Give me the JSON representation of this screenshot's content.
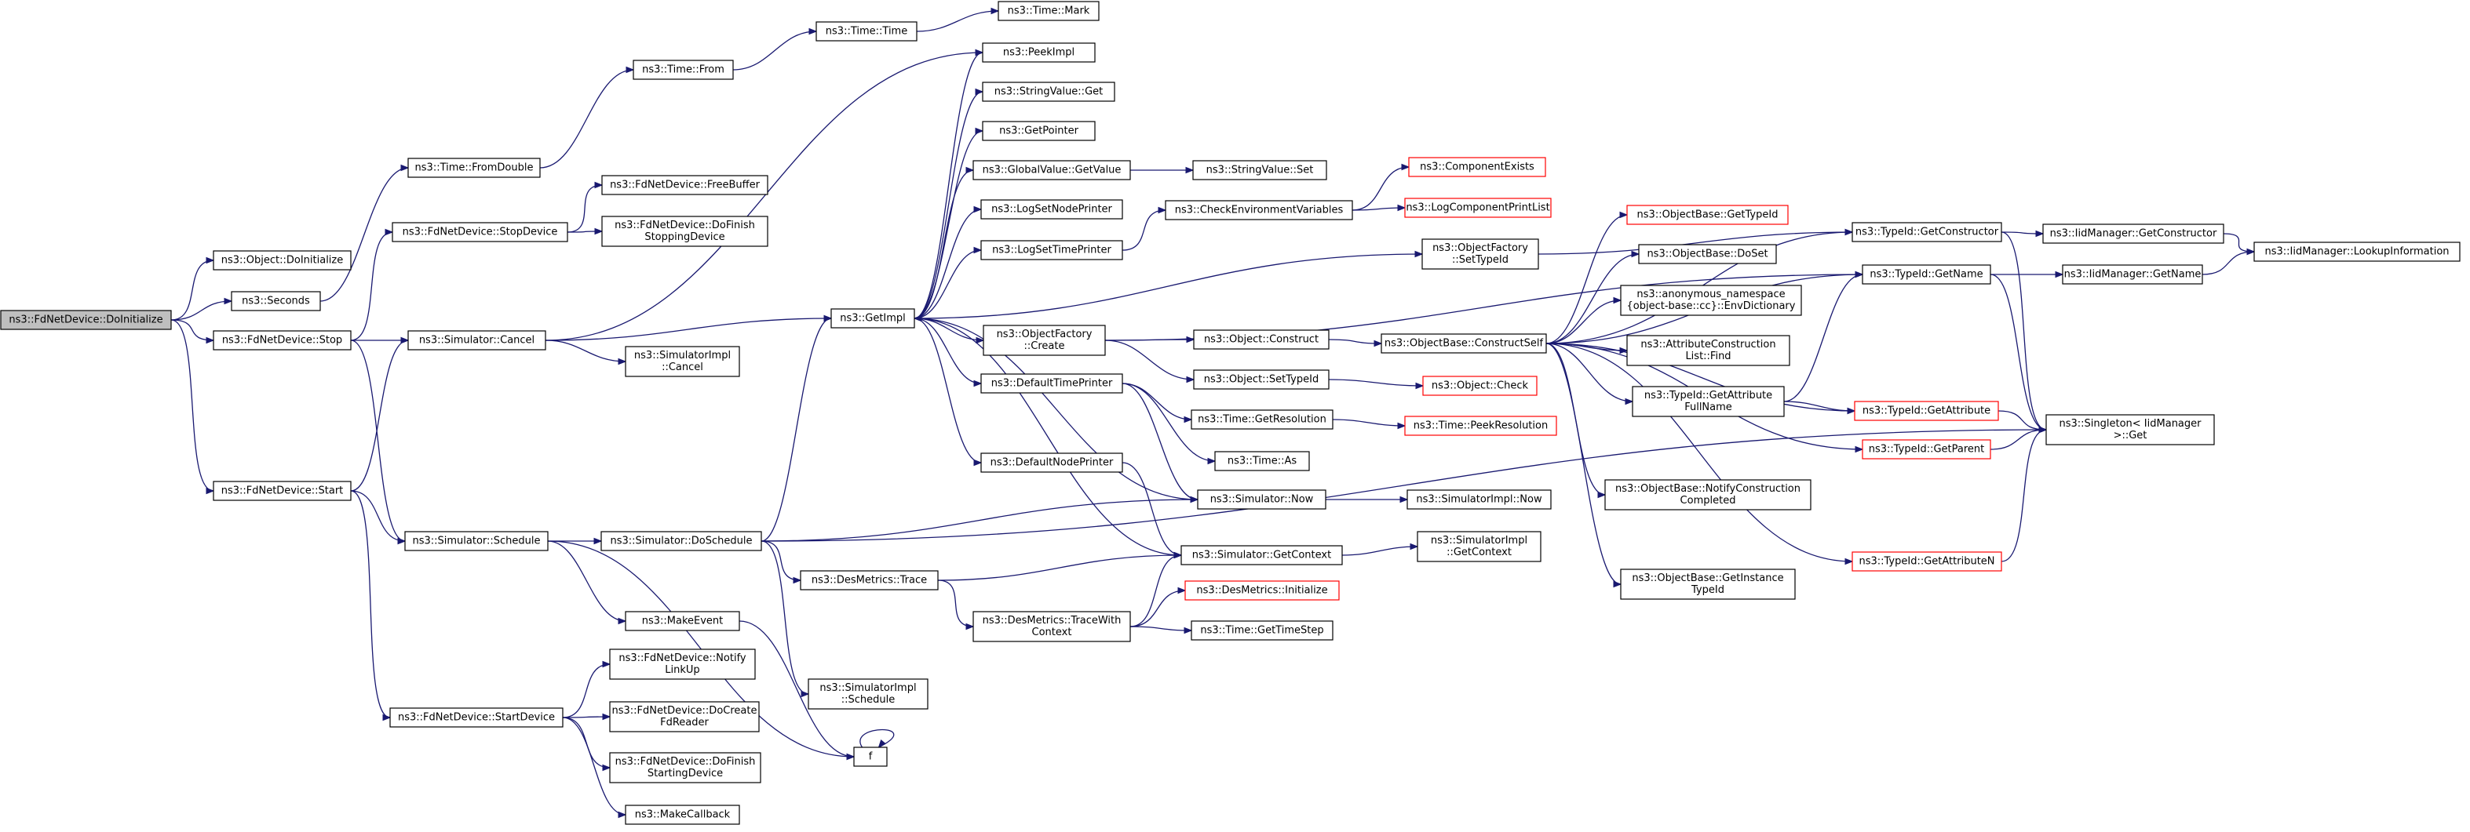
{
  "colors": {
    "edge": "#191970",
    "root_fill": "#bfbfbf",
    "red_border": "#ff0000"
  },
  "nodes": [
    {
      "id": "root",
      "lines": [
        "ns3::FdNetDevice::DoInitialize"
      ]
    },
    {
      "id": "objDoInit",
      "lines": [
        "ns3::Object::DoInitialize"
      ]
    },
    {
      "id": "seconds",
      "lines": [
        "ns3::Seconds"
      ]
    },
    {
      "id": "fdStop",
      "lines": [
        "ns3::FdNetDevice::Stop"
      ]
    },
    {
      "id": "fdStart",
      "lines": [
        "ns3::FdNetDevice::Start"
      ]
    },
    {
      "id": "timeFromDouble",
      "lines": [
        "ns3::Time::FromDouble"
      ]
    },
    {
      "id": "timeFrom",
      "lines": [
        "ns3::Time::From"
      ]
    },
    {
      "id": "timeTime",
      "lines": [
        "ns3::Time::Time"
      ]
    },
    {
      "id": "timeMark",
      "lines": [
        "ns3::Time::Mark"
      ]
    },
    {
      "id": "stopDevice",
      "lines": [
        "ns3::FdNetDevice::StopDevice"
      ]
    },
    {
      "id": "freeBuffer",
      "lines": [
        "ns3::FdNetDevice::FreeBuffer"
      ]
    },
    {
      "id": "doFinishStopping",
      "lines": [
        "ns3::FdNetDevice::DoFinish",
        "StoppingDevice"
      ]
    },
    {
      "id": "simCancel",
      "lines": [
        "ns3::Simulator::Cancel"
      ]
    },
    {
      "id": "simImplCancel",
      "lines": [
        "ns3::SimulatorImpl",
        "::Cancel"
      ]
    },
    {
      "id": "simSchedule",
      "lines": [
        "ns3::Simulator::Schedule"
      ]
    },
    {
      "id": "startDevice",
      "lines": [
        "ns3::FdNetDevice::StartDevice"
      ]
    },
    {
      "id": "notifyLinkUp",
      "lines": [
        "ns3::FdNetDevice::Notify",
        "LinkUp"
      ]
    },
    {
      "id": "doCreateFdReader",
      "lines": [
        "ns3::FdNetDevice::DoCreate",
        "FdReader"
      ]
    },
    {
      "id": "doFinishStarting",
      "lines": [
        "ns3::FdNetDevice::DoFinish",
        "StartingDevice"
      ]
    },
    {
      "id": "makeCallback",
      "lines": [
        "ns3::MakeCallback"
      ]
    },
    {
      "id": "doSchedule",
      "lines": [
        "ns3::Simulator::DoSchedule"
      ]
    },
    {
      "id": "makeEvent",
      "lines": [
        "ns3::MakeEvent"
      ]
    },
    {
      "id": "f",
      "lines": [
        "f"
      ]
    },
    {
      "id": "getImpl",
      "lines": [
        "ns3::GetImpl"
      ]
    },
    {
      "id": "peekImpl",
      "lines": [
        "ns3::PeekImpl"
      ]
    },
    {
      "id": "stringValueGet",
      "lines": [
        "ns3::StringValue::Get"
      ]
    },
    {
      "id": "getPointer",
      "lines": [
        "ns3::GetPointer"
      ]
    },
    {
      "id": "globalValueGetValue",
      "lines": [
        "ns3::GlobalValue::GetValue"
      ]
    },
    {
      "id": "stringValueSet",
      "lines": [
        "ns3::StringValue::Set"
      ]
    },
    {
      "id": "logSetNodePrinter",
      "lines": [
        "ns3::LogSetNodePrinter"
      ]
    },
    {
      "id": "logSetTimePrinter",
      "lines": [
        "ns3::LogSetTimePrinter"
      ]
    },
    {
      "id": "checkEnv",
      "lines": [
        "ns3::CheckEnvironmentVariables"
      ]
    },
    {
      "id": "componentExists",
      "lines": [
        "ns3::ComponentExists"
      ]
    },
    {
      "id": "logComponentPrintList",
      "lines": [
        "ns3::LogComponentPrintList"
      ]
    },
    {
      "id": "objectFactorySetTypeId",
      "lines": [
        "ns3::ObjectFactory",
        "::SetTypeId"
      ]
    },
    {
      "id": "objectFactoryCreate",
      "lines": [
        "ns3::ObjectFactory",
        "::Create"
      ]
    },
    {
      "id": "objectConstruct",
      "lines": [
        "ns3::Object::Construct"
      ]
    },
    {
      "id": "objectSetTypeId",
      "lines": [
        "ns3::Object::SetTypeId"
      ]
    },
    {
      "id": "objectCheck",
      "lines": [
        "ns3::Object::Check"
      ]
    },
    {
      "id": "defaultTimePrinter",
      "lines": [
        "ns3::DefaultTimePrinter"
      ]
    },
    {
      "id": "getResolution",
      "lines": [
        "ns3::Time::GetResolution"
      ]
    },
    {
      "id": "peekResolution",
      "lines": [
        "ns3::Time::PeekResolution"
      ]
    },
    {
      "id": "timeAs",
      "lines": [
        "ns3::Time::As"
      ]
    },
    {
      "id": "defaultNodePrinter",
      "lines": [
        "ns3::DefaultNodePrinter"
      ]
    },
    {
      "id": "simNow",
      "lines": [
        "ns3::Simulator::Now"
      ]
    },
    {
      "id": "simImplNow",
      "lines": [
        "ns3::SimulatorImpl::Now"
      ]
    },
    {
      "id": "desMetricsTrace",
      "lines": [
        "ns3::DesMetrics::Trace"
      ]
    },
    {
      "id": "simGetContext",
      "lines": [
        "ns3::Simulator::GetContext"
      ]
    },
    {
      "id": "simImplGetContext",
      "lines": [
        "ns3::SimulatorImpl",
        "::GetContext"
      ]
    },
    {
      "id": "traceWithContext",
      "lines": [
        "ns3::DesMetrics::TraceWith",
        "Context"
      ]
    },
    {
      "id": "desMetricsInit",
      "lines": [
        "ns3::DesMetrics::Initialize"
      ]
    },
    {
      "id": "getTimeStep",
      "lines": [
        "ns3::Time::GetTimeStep"
      ]
    },
    {
      "id": "simImplSchedule",
      "lines": [
        "ns3::SimulatorImpl",
        "::Schedule"
      ]
    },
    {
      "id": "objBaseGetTypeId",
      "lines": [
        "ns3::ObjectBase::GetTypeId"
      ]
    },
    {
      "id": "objBaseDoSet",
      "lines": [
        "ns3::ObjectBase::DoSet"
      ]
    },
    {
      "id": "anonEnvDict",
      "lines": [
        "ns3::anonymous_namespace",
        "{object-base::cc}::EnvDictionary"
      ]
    },
    {
      "id": "constructSelf",
      "lines": [
        "ns3::ObjectBase::ConstructSelf"
      ]
    },
    {
      "id": "attrConstructFind",
      "lines": [
        "ns3::AttributeConstruction",
        "List::Find"
      ]
    },
    {
      "id": "getAttrFullName",
      "lines": [
        "ns3::TypeId::GetAttribute",
        "FullName"
      ]
    },
    {
      "id": "notifyConstructionCompleted",
      "lines": [
        "ns3::ObjectBase::NotifyConstruction",
        "Completed"
      ]
    },
    {
      "id": "getInstanceTypeId",
      "lines": [
        "ns3::ObjectBase::GetInstance",
        "TypeId"
      ]
    },
    {
      "id": "typeIdGetConstructor",
      "lines": [
        "ns3::TypeId::GetConstructor"
      ]
    },
    {
      "id": "typeIdGetName",
      "lines": [
        "ns3::TypeId::GetName"
      ]
    },
    {
      "id": "typeIdGetAttribute",
      "lines": [
        "ns3::TypeId::GetAttribute"
      ]
    },
    {
      "id": "typeIdGetParent",
      "lines": [
        "ns3::TypeId::GetParent"
      ]
    },
    {
      "id": "typeIdGetAttributeN",
      "lines": [
        "ns3::TypeId::GetAttributeN"
      ]
    },
    {
      "id": "iidGetConstructor",
      "lines": [
        "ns3::IidManager::GetConstructor"
      ]
    },
    {
      "id": "iidGetName",
      "lines": [
        "ns3::IidManager::GetName"
      ]
    },
    {
      "id": "iidLookup",
      "lines": [
        "ns3::IidManager::LookupInformation"
      ]
    },
    {
      "id": "singletonGet",
      "lines": [
        "ns3::Singleton< IidManager",
        " >::Get"
      ]
    }
  ]
}
